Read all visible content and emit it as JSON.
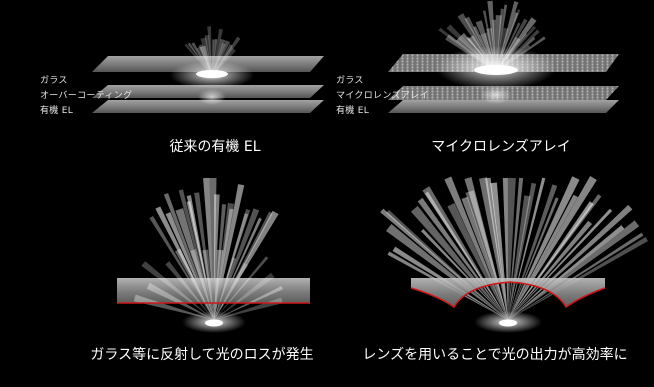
{
  "panels": {
    "conventional": {
      "caption": "従来の有機 EL",
      "layers": [
        "ガラス",
        "オーバーコーティング",
        "有機 EL"
      ]
    },
    "microlens": {
      "caption": "マイクロレンズアレイ",
      "layers": [
        "ガラス",
        "マイクロレンズアレイ",
        "有機 EL"
      ]
    },
    "glass_loss": {
      "caption": "ガラス等に反射して光のロスが発生"
    },
    "lens_efficiency": {
      "caption": "レンズを用いることで光の出力が高効率に"
    }
  },
  "colors": {
    "background": "#000000",
    "plate": "#8a8a8a",
    "boundary_line": "#d01818",
    "light": "#ffffff"
  }
}
